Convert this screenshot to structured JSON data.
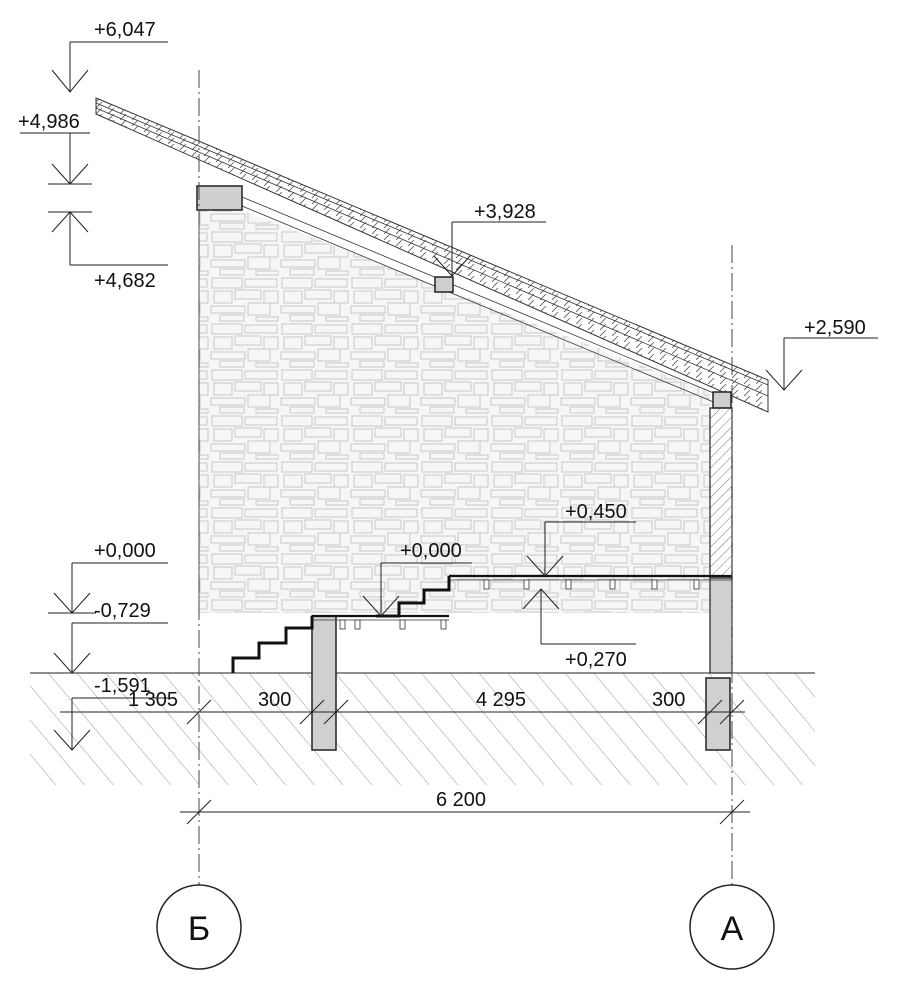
{
  "drawing": {
    "levels": {
      "ridge_top": "+6,047",
      "ridge_eave": "+4,986",
      "beam_top": "+4,682",
      "purlin_mid": "+3,928",
      "eave_low": "+2,590",
      "floor_upper": "+0,450",
      "floor_zero_left": "+0,000",
      "floor_zero_mid": "+0,000",
      "slab_under": "+0,270",
      "ground": "-0,729",
      "footing_bottom": "-1,591"
    },
    "dimensions": {
      "seg_1": "1 305",
      "seg_2": "300",
      "seg_3": "4 295",
      "seg_4": "300",
      "overall": "6 200"
    },
    "axes": {
      "left": "Б",
      "right": "А"
    }
  }
}
